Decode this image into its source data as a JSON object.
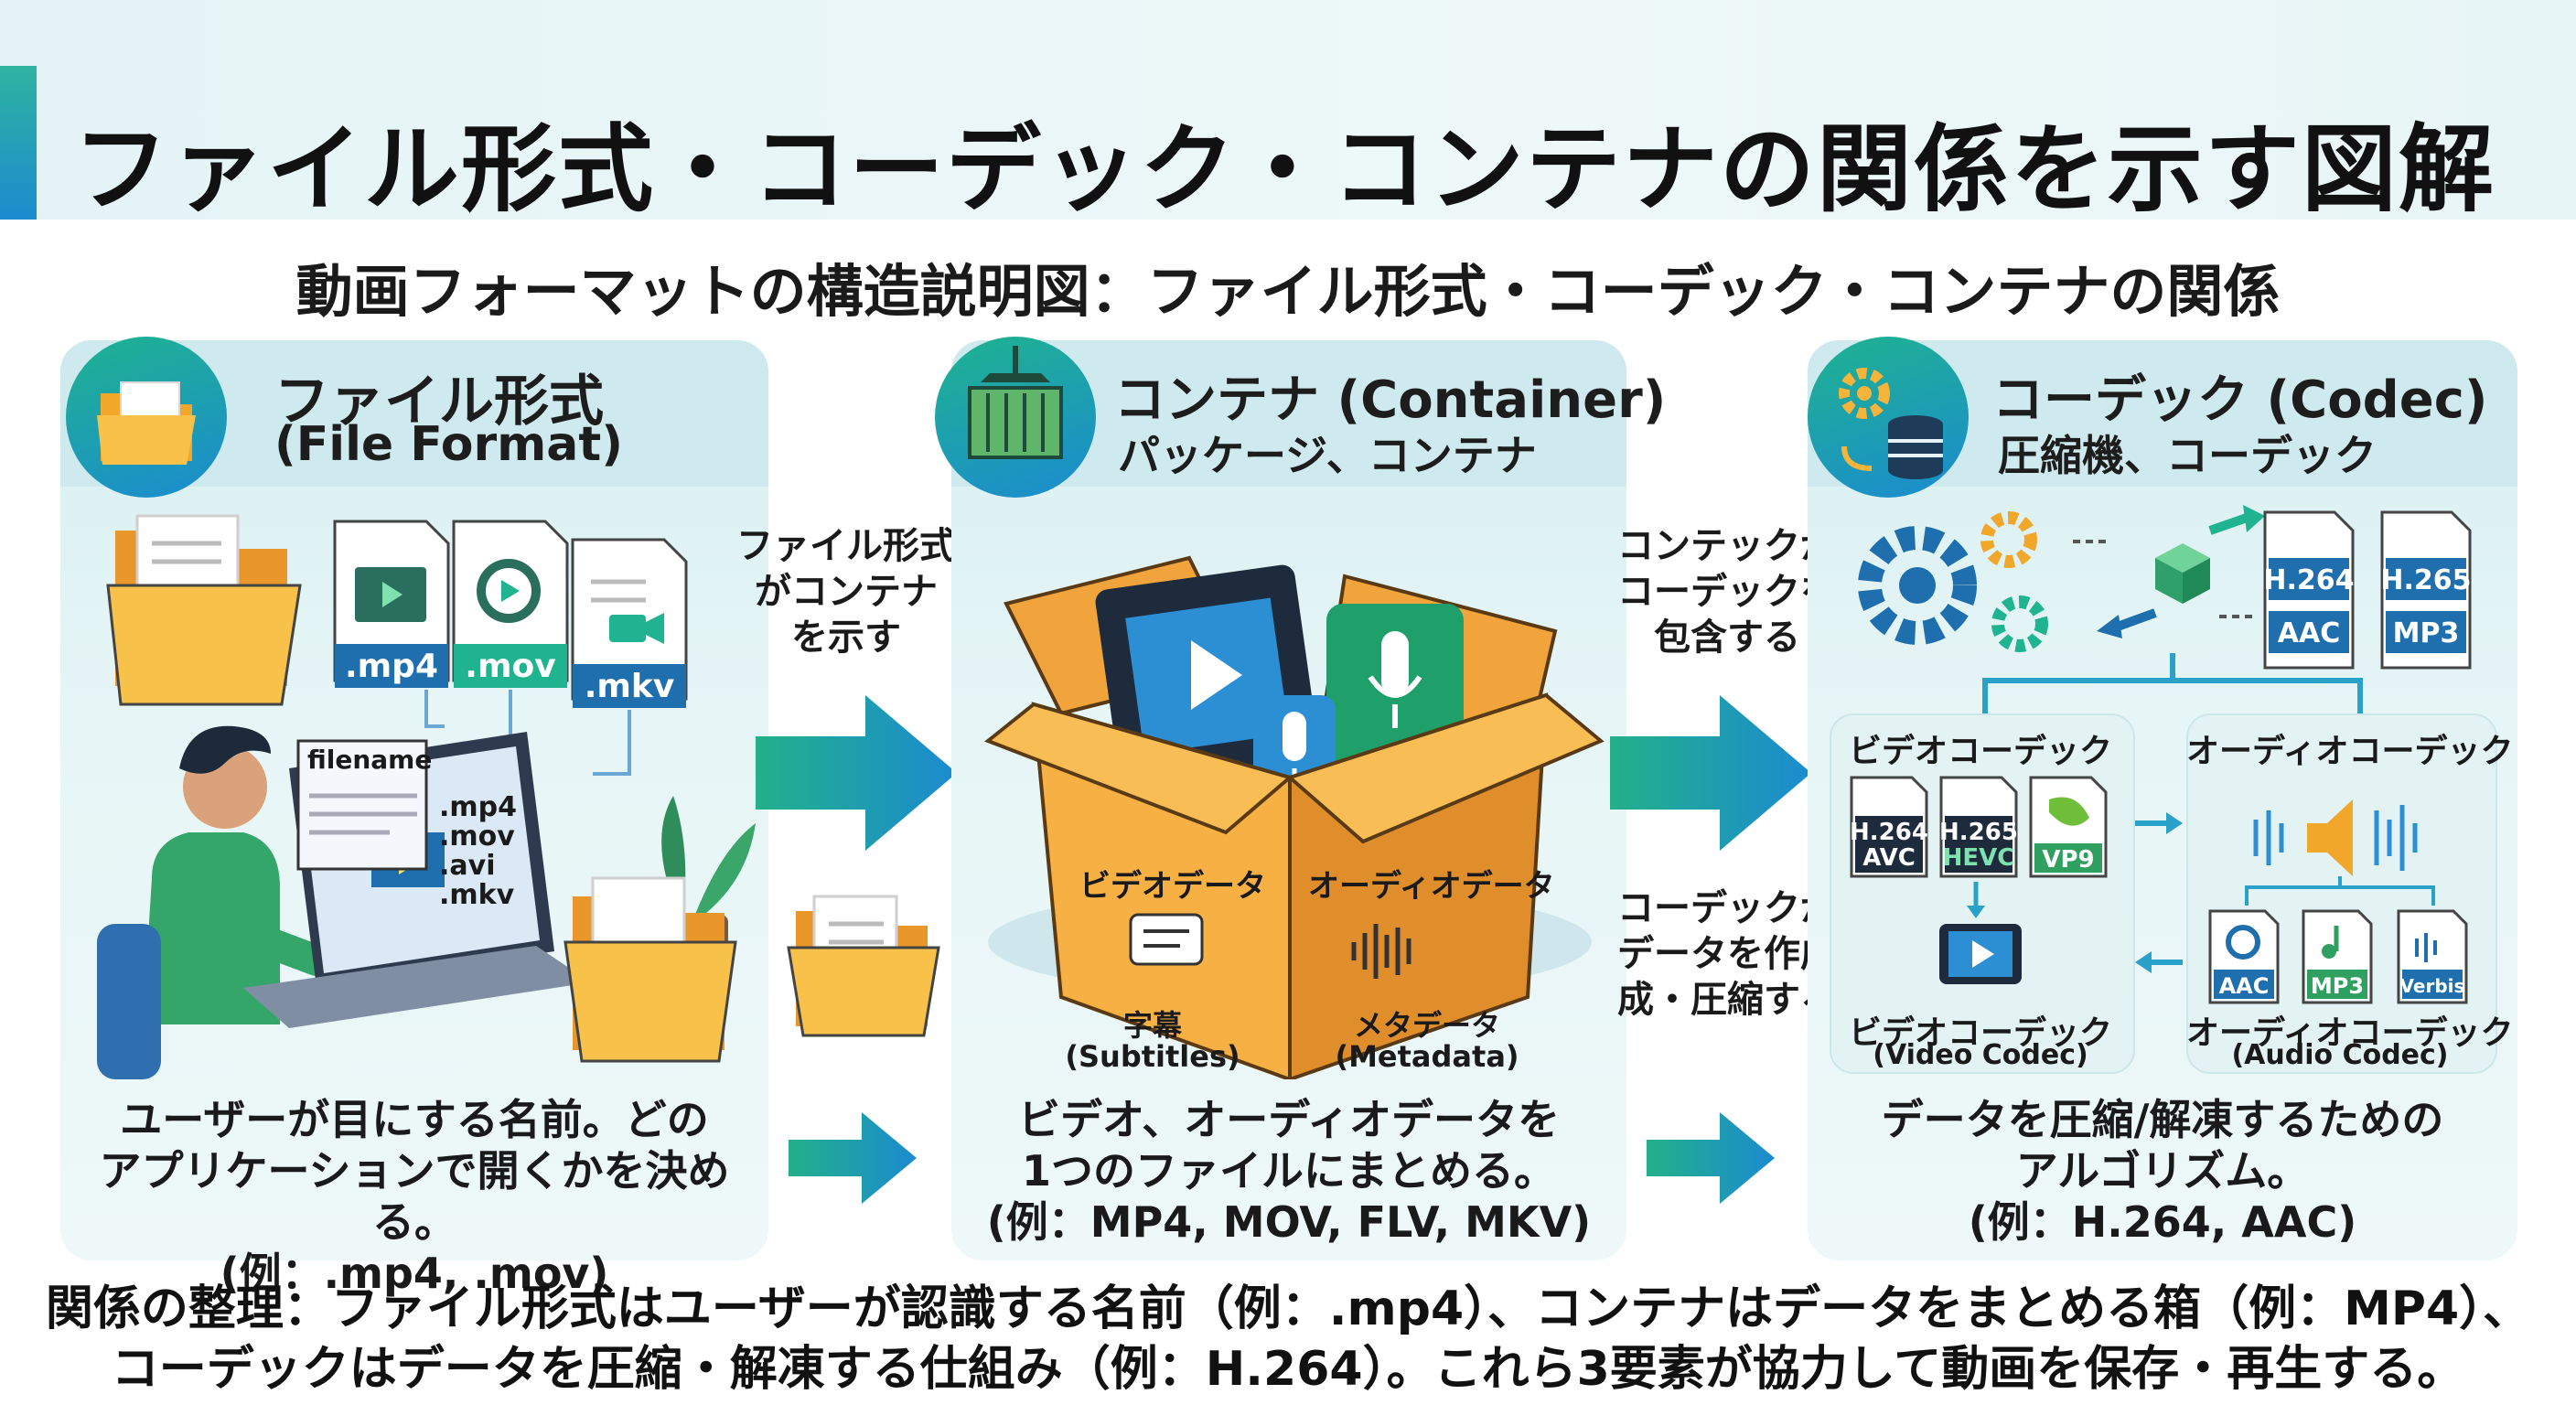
{
  "title": "ファイル形式・コーデック・コンテナの関係を示す図解",
  "subtitle": "動画フォーマットの構造説明図：ファイル形式・コーデック・コンテナの関係",
  "panels": {
    "file_format": {
      "title": "ファイル形式",
      "subtitle": "(File Format)",
      "file_tags": [
        ".mp4",
        ".mov",
        ".mkv"
      ],
      "screen_label": "filename",
      "screen_exts": [
        ".mp4",
        ".mov",
        ".avi",
        ".mkv"
      ],
      "description": [
        "ユーザーが目にする名前。どの",
        "アプリケーションで開くかを決める。",
        "(例：.mp4, .mov)"
      ]
    },
    "container": {
      "title": "コンテナ (Container)",
      "subtitle": "パッケージ、コンテナ",
      "labels": {
        "video": "ビデオデータ",
        "audio": "オーディオデータ",
        "subtitles": "字幕",
        "subtitles_en": "(Subtitles)",
        "metadata": "メタデータ",
        "metadata_en": "(Metadata)"
      },
      "description": [
        "ビデオ、オーディオデータを",
        "1つのファイルにまとめる。",
        "(例：MP4, MOV, FLV, MKV)"
      ]
    },
    "codec": {
      "title": "コーデック (Codec)",
      "subtitle": "圧縮機、コーデック",
      "top_tags": [
        {
          "top": "H.264",
          "bottom": "AAC"
        },
        {
          "top": "H.265",
          "bottom": "MP3"
        }
      ],
      "video_card": {
        "title": "ビデオコーデック",
        "tags": [
          {
            "top": "H.264",
            "bottom": "AVC"
          },
          {
            "top": "H.265",
            "bottom": "HEVC"
          },
          {
            "top": "",
            "bottom": "VP9"
          }
        ],
        "footer": "ビデオコーデック",
        "footer_en": "(Video Codec)"
      },
      "audio_card": {
        "title": "オーディオコーデック",
        "tags": [
          "AAC",
          "MP3",
          "Verbis"
        ],
        "footer": "オーディオコーデック",
        "footer_en": "(Audio Codec)"
      },
      "description": [
        "データを圧縮/解凍するための",
        "アルゴリズム。",
        "(例：H.264, AAC)"
      ]
    }
  },
  "flows": {
    "file_to_container": "ファイル形式\nがコンテナ\nを示す",
    "container_to_codec": "コンテックが\nコーデックを\n包含する",
    "codec_creates": "コーデックが\nデータを作成\n成・圧縮する"
  },
  "summary": [
    "関係の整理：ファイル形式はユーザーが認識する名前（例：.mp4）、コンテナはデータをまとめる箱（例：MP4）、",
    "コーデックはデータを圧縮・解凍する仕組み（例：H.264）。これら3要素が協力して動画を保存・再生する。"
  ],
  "colors": {
    "accent_green": "#1fb38f",
    "accent_blue": "#1b8bd0",
    "folder": "#f6b43a",
    "box": "#f2a43c",
    "tag_blue": "#1f6fae",
    "panel_bg": "#e3f3f4"
  }
}
